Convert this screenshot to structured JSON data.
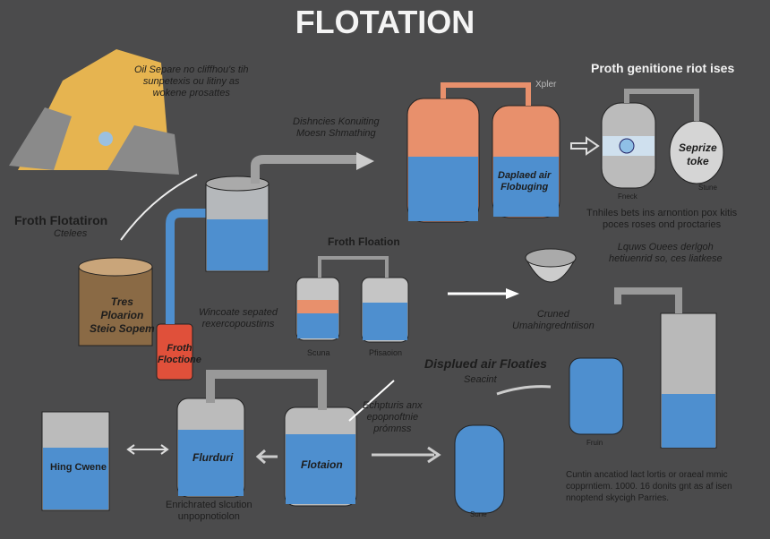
{
  "title": "FLOTATION",
  "labels": {
    "mine_note": [
      "Oil Separe no cliffhou's tih",
      "sunpetexis ou litiny as",
      "wokene prosattes"
    ],
    "disch": [
      "Dishncies Konuiting",
      "Moesn Shmathing"
    ],
    "froth_flotatiron": "Froth Flotatiron",
    "cteles": "Ctelees",
    "ore_tank": [
      "Tres",
      "Ploarion",
      "Steio Sopem"
    ],
    "red_tank": [
      "Froth",
      "Floctione"
    ],
    "wincoate": [
      "Wincoate sepated",
      "rexercopoustims"
    ],
    "froth_flotation": "Froth Floation",
    "scuna": "Scuna",
    "pfisaoion": "Pfisaoion",
    "xpler": "Xpler",
    "displaced_air": [
      "Daplaed air",
      "Flobuging"
    ],
    "proth_heading": "Proth genitione riot ises",
    "seprize": [
      "Seprize",
      "toke"
    ],
    "fneck": "Fneck",
    "stune": "Stune",
    "tnhiles": [
      "Tnhiles bets ins arnontion pox kitis",
      "poces roses ond proctaries"
    ],
    "lquws": [
      "Lquws Ouees derlgoh",
      "hetiuenrid so, ces liatkese"
    ],
    "cruned": [
      "Cruned",
      "Umahingredntiison"
    ],
    "hing": "Hing Cwene",
    "flurduri": "Flurduri",
    "flotaion": "Flotaion",
    "enrichrated": [
      "Enrichrated slcution",
      "unpopnotiolon"
    ],
    "echpturis": [
      "Echpturis anx",
      "epopnoftnie",
      "prómnss"
    ],
    "displued": "Displued air Floaties",
    "seacint": "Seacint",
    "sune": "Sune",
    "fruin": "Fruin",
    "cuntin": [
      "Cuntin ancatiod lact lortis or oraeal mmic",
      "copprntiem. 1000. 16 donits gnt as af isen",
      "nnoptend skycigh Parries."
    ]
  },
  "colors": {
    "bg": "#4b4b4c",
    "water": "#4e8fcf",
    "copper": "#e8906c",
    "red": "#e0503a"
  }
}
